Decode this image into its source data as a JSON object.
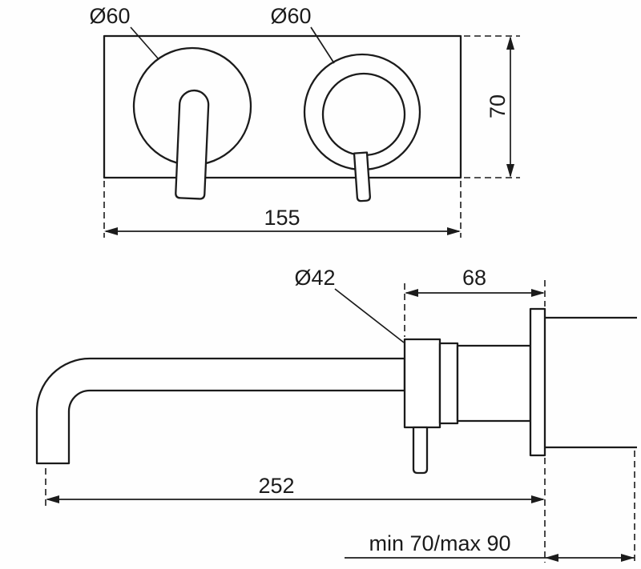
{
  "page": {
    "background_color": "#fefefe",
    "line_color": "#1b1b1b",
    "description": "Technical dimension drawing of a wall-mounted two-handle basin mixer faucet"
  },
  "top_view": {
    "left_diameter_label": "Ø60",
    "right_diameter_label": "Ø60",
    "height_label": "70",
    "width_label": "155"
  },
  "side_view": {
    "spout_diameter_label": "Ø42",
    "cartridge_depth_label": "68",
    "spout_reach_label": "252",
    "wall_depth_label": "min 70/max 90"
  }
}
